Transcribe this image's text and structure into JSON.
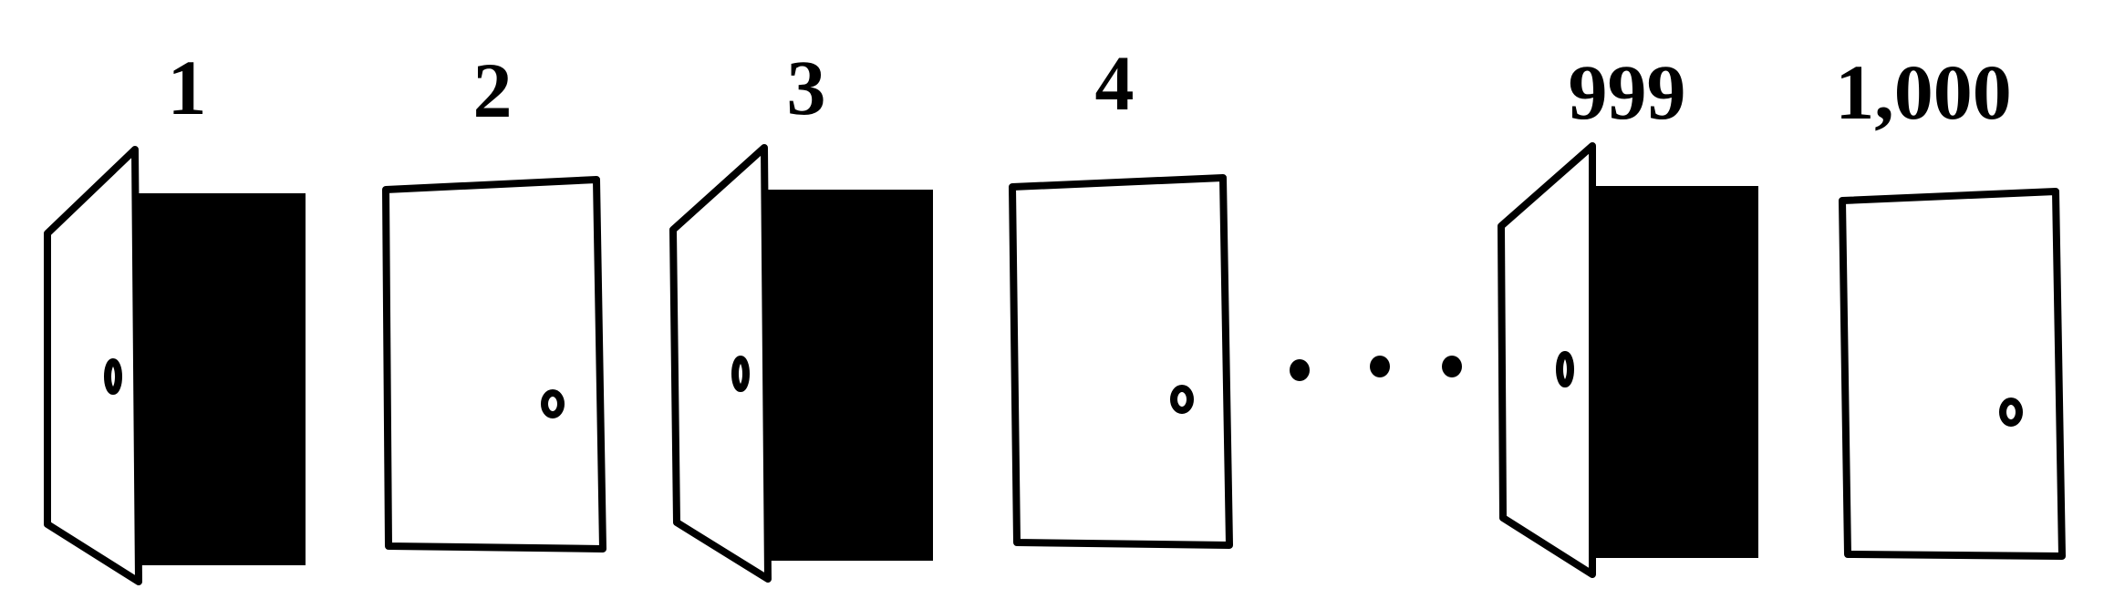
{
  "diagram": {
    "doors": [
      {
        "label": "1",
        "state": "open"
      },
      {
        "label": "2",
        "state": "closed"
      },
      {
        "label": "3",
        "state": "open"
      },
      {
        "label": "4",
        "state": "closed"
      },
      {
        "label": "999",
        "state": "open"
      },
      {
        "label": "1,000",
        "state": "closed"
      }
    ],
    "ellipsis_dots": 3,
    "colors": {
      "ink": "#000000",
      "background": "#ffffff"
    }
  }
}
